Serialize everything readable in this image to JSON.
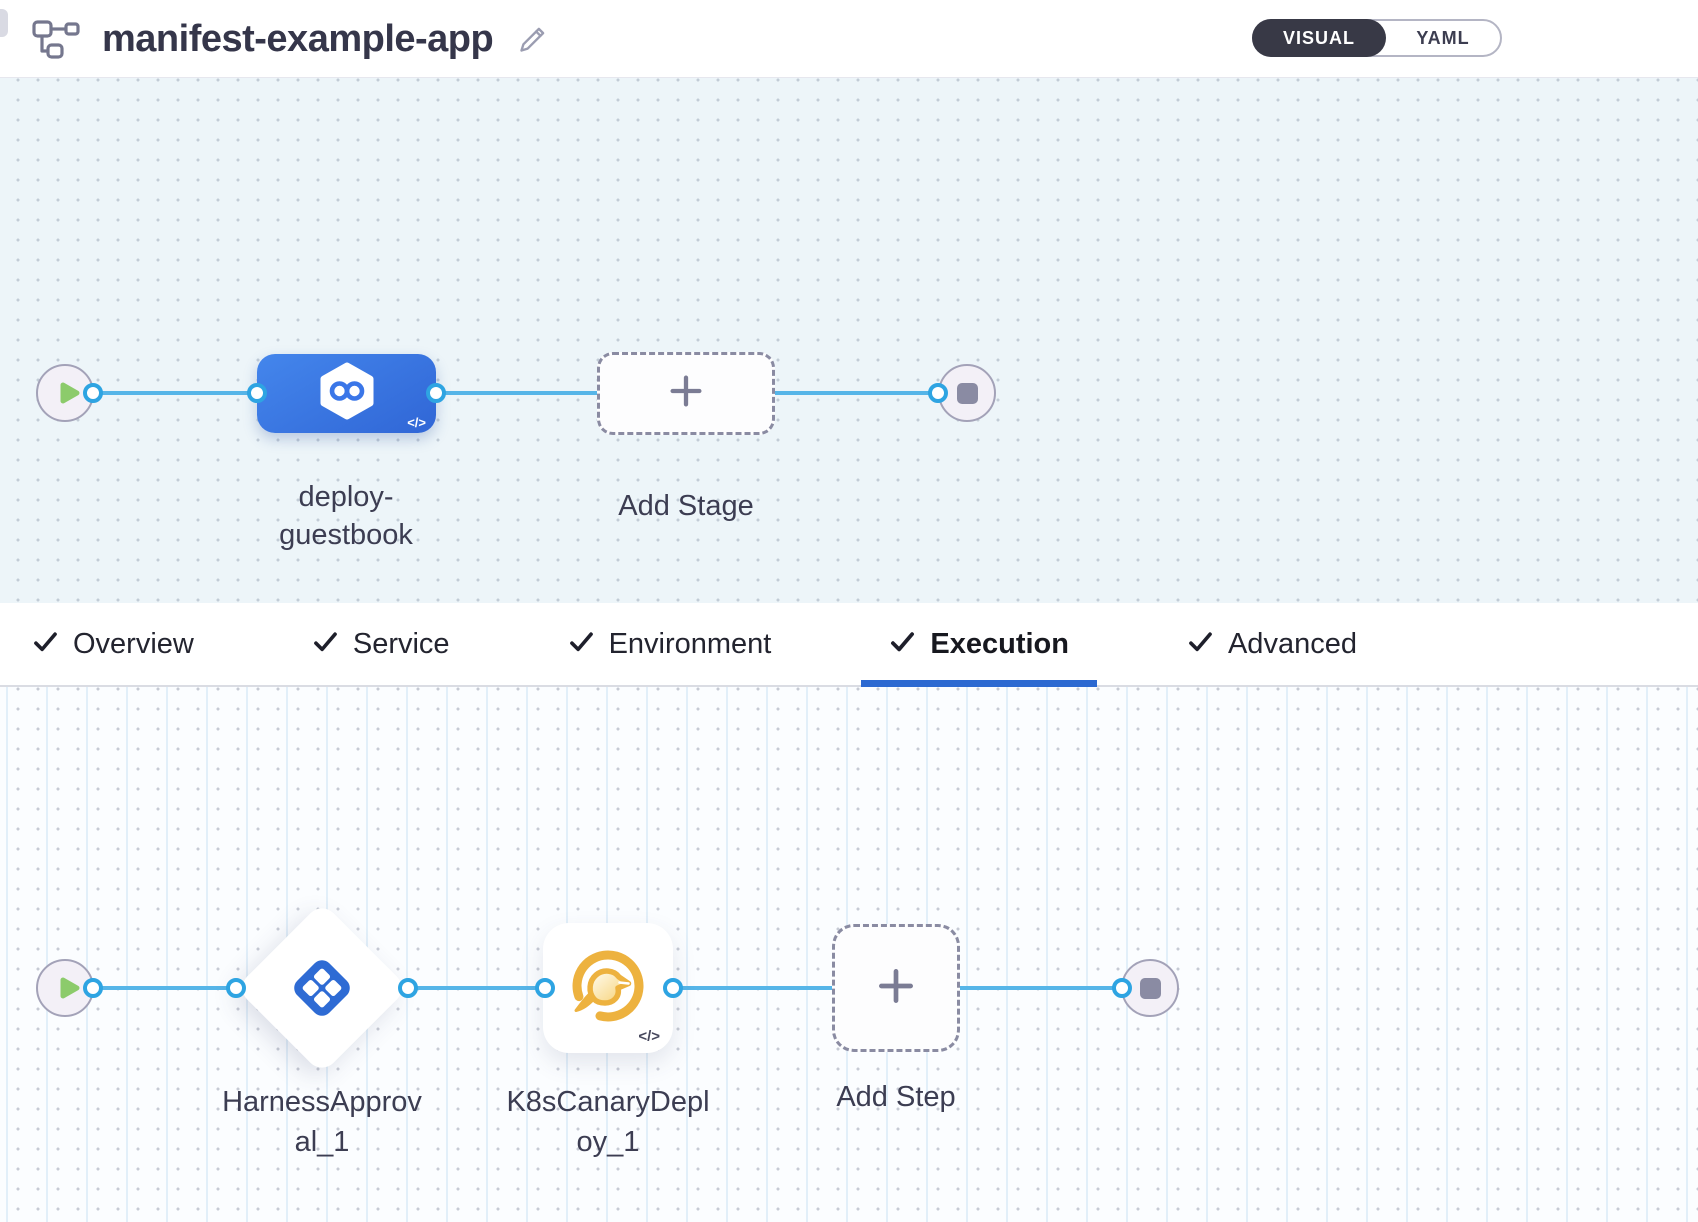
{
  "header": {
    "title": "manifest-example-app",
    "icons": {
      "pipeline": "pipeline-icon",
      "edit": "edit-pencil-icon"
    },
    "view_toggle": {
      "options": [
        "VISUAL",
        "YAML"
      ],
      "selected": "VISUAL"
    }
  },
  "pipeline_canvas": {
    "start_node": "play",
    "end_node": "stop",
    "stage": {
      "name": "deploy-guestbook",
      "icon": "cd-infinity-hexagon-icon",
      "code_badge": "</>"
    },
    "add_stage": {
      "label": "Add Stage",
      "icon": "plus-icon"
    }
  },
  "stage_tabs": {
    "items": [
      {
        "label": "Overview",
        "checked": true,
        "active": false
      },
      {
        "label": "Service",
        "checked": true,
        "active": false
      },
      {
        "label": "Environment",
        "checked": true,
        "active": false
      },
      {
        "label": "Execution",
        "checked": true,
        "active": true
      },
      {
        "label": "Advanced",
        "checked": true,
        "active": false
      }
    ]
  },
  "execution_canvas": {
    "start_node": "play",
    "end_node": "stop",
    "steps": [
      {
        "name": "HarnessApproval_1",
        "icon": "harness-approval-icon",
        "shape": "diamond"
      },
      {
        "name": "K8sCanaryDeploy_1",
        "icon": "canary-bird-icon",
        "shape": "rounded-square",
        "code_badge": "</>"
      }
    ],
    "add_step": {
      "label": "Add Step",
      "icon": "plus-icon"
    }
  },
  "colors": {
    "accent_blue": "#2c69d1",
    "connector_blue": "#56b5e8",
    "stage_blue_start": "#4486ec",
    "stage_blue_end": "#3066d6",
    "approval_icon_blue": "#2e6bd4",
    "canary_amber": "#edb23f",
    "play_green": "#8ccb6b",
    "toggle_dark": "#383946",
    "canvas_top_bg": "#edf5f9",
    "canvas_bottom_bg": "#fbfdff"
  }
}
